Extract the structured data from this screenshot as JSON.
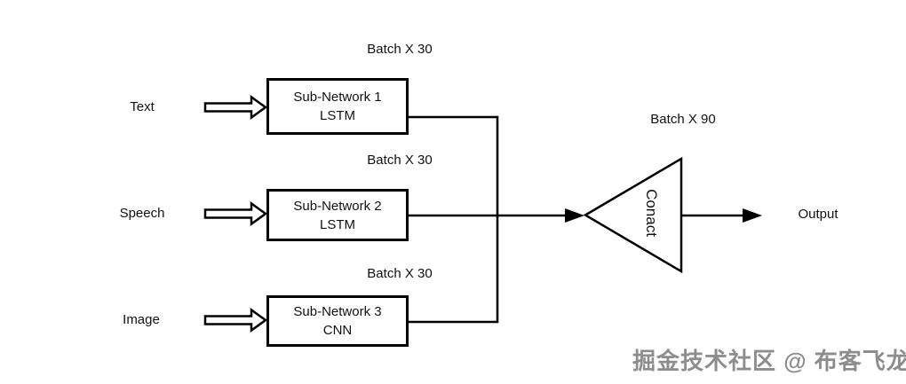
{
  "diagram": {
    "inputs": [
      {
        "label": "Text"
      },
      {
        "label": "Speech"
      },
      {
        "label": "Image"
      }
    ],
    "nodes": [
      {
        "title": "Sub-Network 1",
        "subtitle": "LSTM",
        "batch_label": "Batch X 30"
      },
      {
        "title": "Sub-Network 2",
        "subtitle": "LSTM",
        "batch_label": "Batch X 30"
      },
      {
        "title": "Sub-Network 3",
        "subtitle": "CNN",
        "batch_label": "Batch X 30"
      }
    ],
    "merge": {
      "label": "Conact",
      "batch_label": "Batch X 90"
    },
    "output_label": "Output",
    "icons": {
      "input_arrow": "hollow-right-arrow",
      "flow_arrowhead": "solid-right-arrowhead"
    },
    "colors": {
      "stroke": "#000000",
      "shape_fill": "#ffffff",
      "background": "#ffffff",
      "watermark": "#8d8d8d"
    }
  },
  "watermark": {
    "text": "掘金技术社区 @ 布客飞龙"
  }
}
